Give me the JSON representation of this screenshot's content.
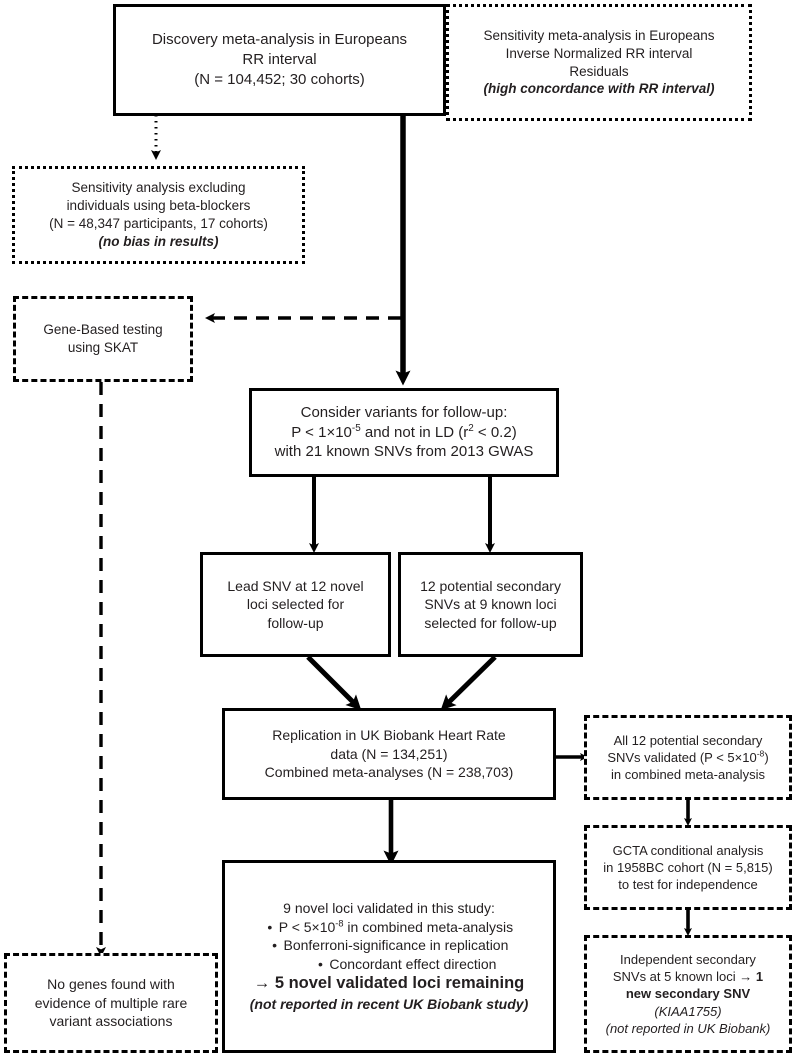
{
  "figure": {
    "kind": "flowchart",
    "colors": {
      "line": "#000000",
      "text": "#231f20",
      "background": "#ffffff"
    }
  },
  "nodes": {
    "discovery": {
      "id": "discovery",
      "border": "solid",
      "lines": [
        "Discovery meta-analysis in Europeans",
        "RR interval",
        "(N = 104,452; 30 cohorts)"
      ]
    },
    "sensitivity_inverse": {
      "id": "sensitivity-inverse-normalized",
      "border": "dotted",
      "lines": [
        "Sensitivity meta-analysis in Europeans",
        "Inverse Normalized RR interval",
        "Residuals"
      ],
      "italic_line": "(high concordance with RR interval)"
    },
    "sensitivity_betablockers": {
      "id": "sensitivity-beta-blockers",
      "border": "dotted",
      "lines": [
        "Sensitivity analysis excluding",
        "individuals using beta-blockers",
        "(N = 48,347 participants, 17 cohorts)"
      ],
      "italic_line": "(no bias in results)"
    },
    "gene_based": {
      "id": "gene-based-testing",
      "border": "dashed",
      "lines": [
        "Gene-Based testing",
        "using SKAT"
      ]
    },
    "consider_variants": {
      "id": "consider-variants",
      "border": "solid",
      "line1": "Consider variants for follow-up:",
      "line2_prefix": "P < 1×10",
      "line2_sup": "-5",
      "line2_mid": " and not in LD (r",
      "line2_sup2": "2",
      "line2_suffix": " < 0.2)",
      "line3": "with 21 known SNVs from 2013 GWAS"
    },
    "lead_snv": {
      "id": "lead-snv-novel-loci",
      "border": "solid",
      "lines": [
        "Lead SNV at 12 novel",
        "loci selected for",
        "follow-up"
      ]
    },
    "secondary_snv": {
      "id": "potential-secondary-snvs",
      "border": "solid",
      "lines": [
        "12 potential secondary",
        "SNVs at 9 known loci",
        "selected for follow-up"
      ]
    },
    "replication": {
      "id": "replication-uk-biobank",
      "border": "solid",
      "lines": [
        "Replication in UK Biobank Heart Rate",
        "data (N = 134,251)",
        "Combined meta-analyses (N = 238,703)"
      ]
    },
    "all_validated": {
      "id": "all-secondary-snvs-validated",
      "border": "dashdot",
      "line1": "All 12 potential secondary",
      "line2_prefix": "SNVs validated (P < 5×10",
      "line2_sup": "-8",
      "line2_suffix": ")",
      "line3": "in combined meta-analysis"
    },
    "gcta": {
      "id": "gcta-conditional-analysis",
      "border": "dashdot",
      "lines": [
        "GCTA conditional analysis",
        "in 1958BC cohort (N = 5,815)",
        "to test for independence"
      ]
    },
    "independent_secondary": {
      "id": "independent-secondary-snvs",
      "border": "dashdot",
      "line1": "Independent secondary",
      "line2_plain": "SNVs at 5 known loci → ",
      "line2_bold": "1",
      "line3_bold": "new secondary SNV",
      "line4_italic": "(KIAA1755)",
      "line5_italic": "(not reported in UK Biobank)"
    },
    "no_genes": {
      "id": "no-genes-found",
      "border": "dashed",
      "lines": [
        "No genes found with",
        "evidence of multiple rare",
        "variant associations"
      ]
    },
    "novel_loci_validated": {
      "id": "novel-loci-validated",
      "border": "solid",
      "heading": "9 novel loci validated in this study:",
      "bullets": [
        {
          "prefix": "P < 5×10",
          "sup": "-8",
          "suffix": " in combined meta-analysis"
        },
        {
          "prefix": "Bonferroni-significance in replication",
          "sup": "",
          "suffix": ""
        },
        {
          "prefix": "Concordant effect direction",
          "sup": "",
          "suffix": ""
        }
      ],
      "result_arrow": "→ ",
      "result_bold": "5 novel validated loci remaining",
      "footnote_italic": "(not reported in recent UK Biobank study)"
    }
  },
  "connectors": [
    {
      "name": "discovery-to-beta-blockers",
      "style": "dotted",
      "arrow": "down"
    },
    {
      "name": "discovery-to-consider-variants",
      "style": "solid",
      "arrow": "down"
    },
    {
      "name": "branch-to-gene-based-testing",
      "style": "dashed",
      "arrow": "left"
    },
    {
      "name": "gene-based-to-no-genes",
      "style": "dashed",
      "arrow": "down"
    },
    {
      "name": "consider-to-lead-snv",
      "style": "solid",
      "arrow": "down"
    },
    {
      "name": "consider-to-secondary-snv",
      "style": "solid",
      "arrow": "down"
    },
    {
      "name": "lead-snv-to-replication",
      "style": "solid",
      "arrow": "diagonal-down-right"
    },
    {
      "name": "secondary-snv-to-replication",
      "style": "solid",
      "arrow": "diagonal-down-left"
    },
    {
      "name": "replication-to-all-validated",
      "style": "solid",
      "arrow": "right"
    },
    {
      "name": "replication-to-novel-loci",
      "style": "solid",
      "arrow": "down"
    },
    {
      "name": "all-validated-to-gcta",
      "style": "solid",
      "arrow": "down"
    },
    {
      "name": "gcta-to-independent-secondary",
      "style": "solid",
      "arrow": "down"
    }
  ]
}
